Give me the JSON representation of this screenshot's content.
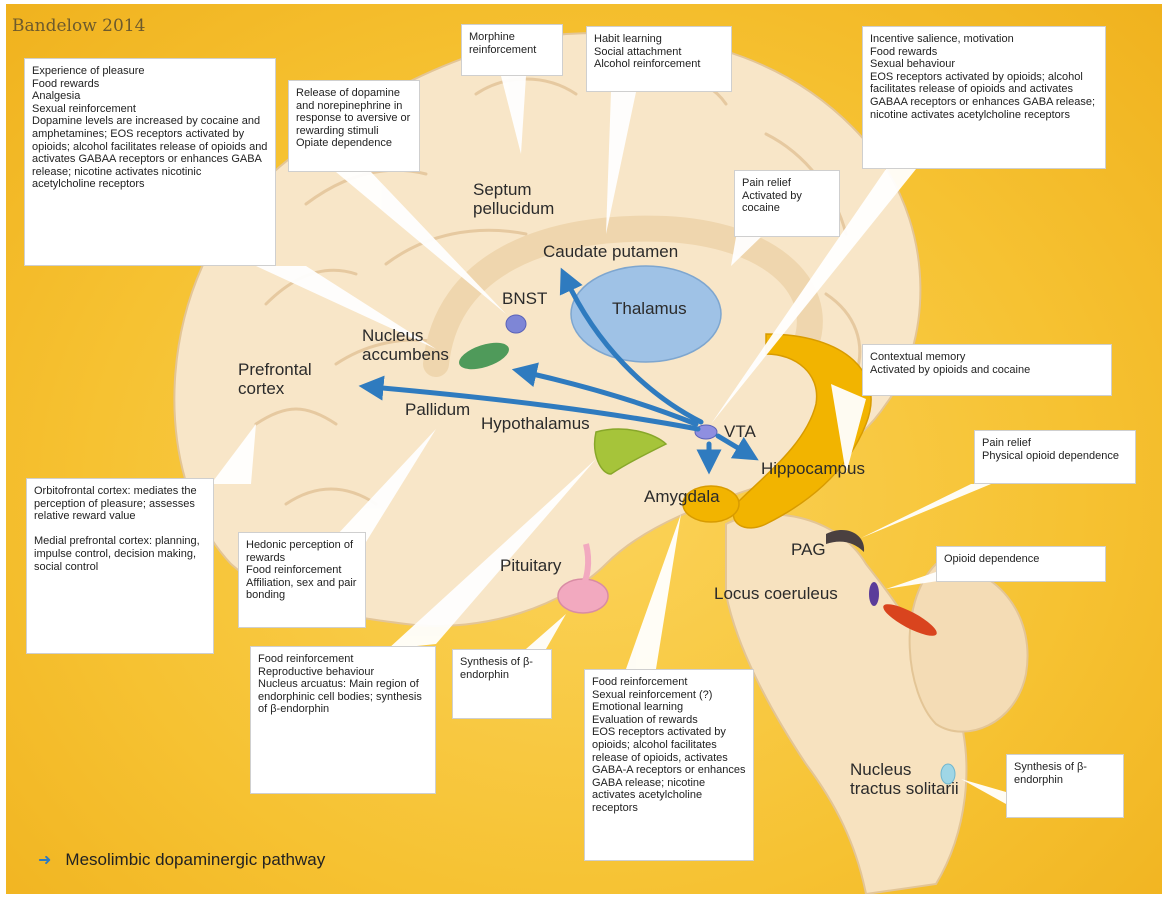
{
  "credit": "Bandelow 2014",
  "legend": {
    "label": "Mesolimbic dopaminergic pathway",
    "arrow_color": "#2f7bbf"
  },
  "colors": {
    "background": "#f6c232",
    "pathway_arrow": "#2f7bbf",
    "thalamus": "#9fc2e6",
    "hippocampus": "#f2b400",
    "hypothalamus": "#a6c43a",
    "pituitary": "#f2a9bf",
    "nucleus_accumbens": "#4f9a5a",
    "locus_coeruleus": "#5b3c9a",
    "nucleus_tractus_solitarii": "#9fd6e6"
  },
  "structures": {
    "septum": "Septum\npellucidum",
    "caudate": "Caudate putamen",
    "bnst": "BNST",
    "thalamus": "Thalamus",
    "accumbens": "Nucleus\naccumbens",
    "prefrontal": "Prefrontal\ncortex",
    "pallidum": "Pallidum",
    "hypothalamus": "Hypothalamus",
    "vta": "VTA",
    "hippocampus": "Hippocampus",
    "amygdala": "Amygdala",
    "pituitary": "Pituitary",
    "pag": "PAG",
    "locus": "Locus coeruleus",
    "nts": "Nucleus\ntractus solitarii"
  },
  "boxes": {
    "accumbens_box": "Experience of pleasure\nFood rewards\nAnalgesia\nSexual reinforcement\nDopamine levels are increased by cocaine and amphetamines; EOS receptors activated by opioids; alcohol facilitates release of opioids and activates GABAA receptors or enhances GABA release; nicotine activates nicotinic acetylcholine receptors",
    "bnst_box": "Release of dopamine and norepinephrine in response to aversive or rewarding stimuli\nOpiate dependence",
    "septum_box": "Morphine reinforcement",
    "caudate_box": "Habit learning\nSocial attachment\nAlcohol reinforcement",
    "vta_box": "Incentive salience, motivation\nFood rewards\nSexual behaviour\nEOS receptors activated by opioids; alcohol facilitates release of opioids and activates GABAA receptors or enhances GABA release; nicotine activates acetylcholine receptors",
    "thalamus_box": "Pain relief\nActivated by cocaine",
    "hippocampus_box": "Contextual memory\nActivated by opioids and cocaine",
    "pag_box": "Pain relief\nPhysical opioid dependence",
    "locus_box": "Opioid dependence",
    "prefrontal_box": "Orbitofrontal cortex: mediates the perception of pleasure; assesses relative reward value\n\nMedial prefrontal cortex: planning, impulse control, decision making, social control",
    "pallidum_box": "Hedonic perception of rewards\nFood reinforcement\nAffiliation, sex and pair bonding",
    "hypothalamus_box": "Food reinforcement\nReproductive behaviour\nNucleus arcuatus: Main region of endorphinic cell bodies; synthesis of β-endorphin",
    "pituitary_box": "Synthesis of β-endorphin",
    "amygdala_box": "Food reinforcement\nSexual reinforcement (?)\nEmotional learning\nEvaluation of rewards\nEOS receptors activated by opioids; alcohol facilitates release of opioids, activates GABA-A receptors or enhances GABA release; nicotine activates acetylcholine receptors",
    "nts_box": "Synthesis of β-endorphin"
  }
}
